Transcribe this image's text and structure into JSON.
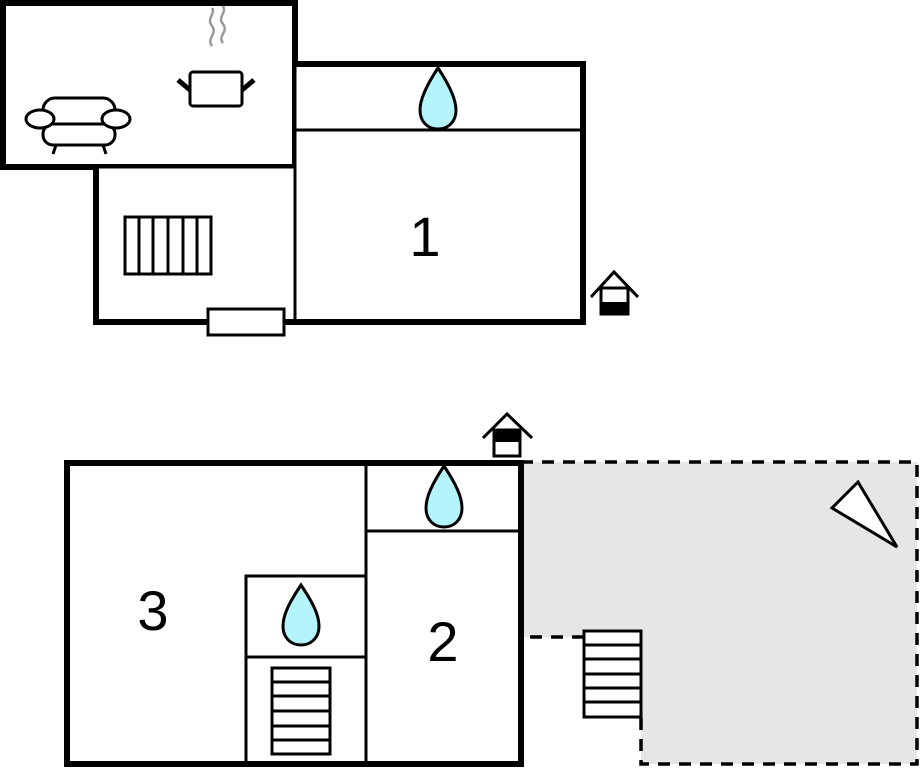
{
  "diagram": {
    "type": "floor-plan",
    "colors": {
      "wall": "#000000",
      "background": "#ffffff",
      "terrace_fill": "#e6e6e6",
      "water_drop": "#b3f5fb",
      "steam": "#999999"
    },
    "floors": [
      {
        "name": "upper-floor",
        "rooms": [
          {
            "id": "living-kitchen",
            "icons": [
              "sofa-icon",
              "cooking-pot-icon"
            ]
          },
          {
            "id": "bathroom-1",
            "icons": [
              "water-drop-icon"
            ]
          },
          {
            "id": "room-1",
            "label": "1"
          },
          {
            "id": "stair-room",
            "icons": [
              "staircase-icon"
            ]
          }
        ],
        "exterior": [
          "entrance-icon",
          "door-step"
        ]
      },
      {
        "name": "lower-floor",
        "rooms": [
          {
            "id": "room-3",
            "label": "3"
          },
          {
            "id": "bathroom-2",
            "icons": [
              "water-drop-icon"
            ]
          },
          {
            "id": "room-2",
            "label": "2"
          },
          {
            "id": "bathroom-3",
            "icons": [
              "water-drop-icon"
            ]
          },
          {
            "id": "stair-room",
            "icons": [
              "staircase-icon"
            ]
          }
        ],
        "exterior": [
          "entrance-icon",
          "terrace",
          "outdoor-staircase",
          "north-arrow-icon"
        ]
      }
    ]
  }
}
